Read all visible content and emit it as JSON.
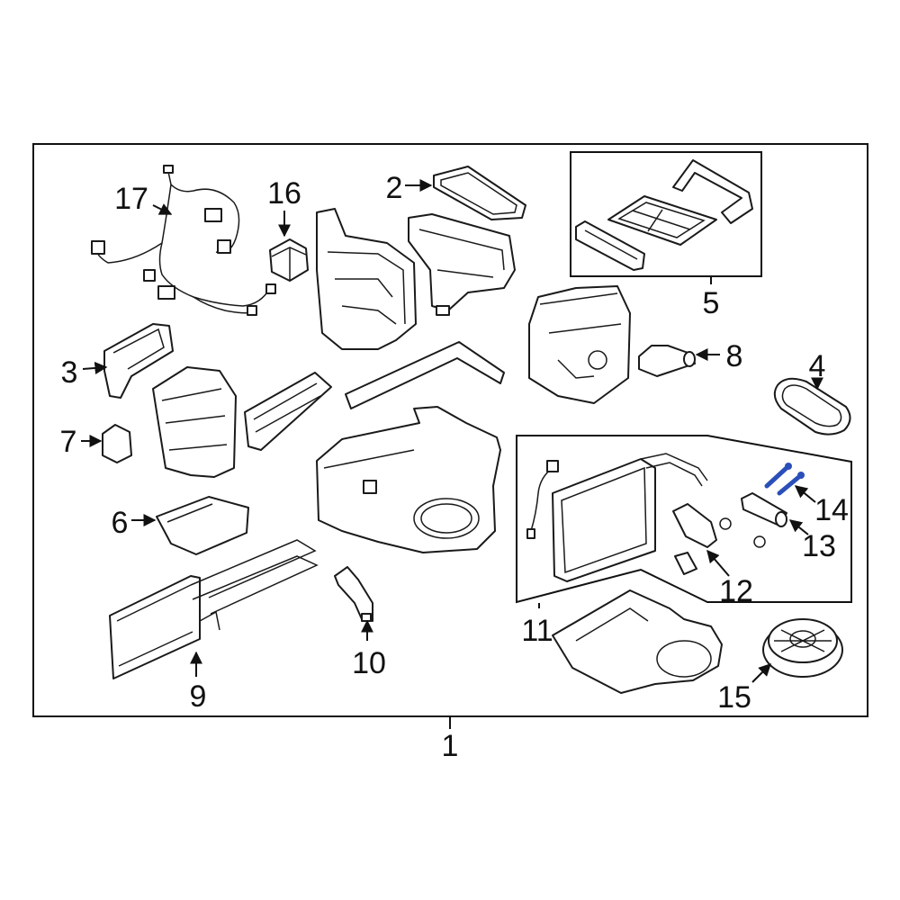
{
  "callouts": {
    "c1": "1",
    "c2": "2",
    "c3": "3",
    "c4": "4",
    "c5": "5",
    "c6": "6",
    "c7": "7",
    "c8": "8",
    "c9": "9",
    "c10": "10",
    "c11": "11",
    "c12": "12",
    "c13": "13",
    "c14": "14",
    "c15": "15",
    "c16": "16",
    "c17": "17"
  },
  "colors": {
    "highlight": "#2b4fb8",
    "line": "#1a1a1a"
  }
}
